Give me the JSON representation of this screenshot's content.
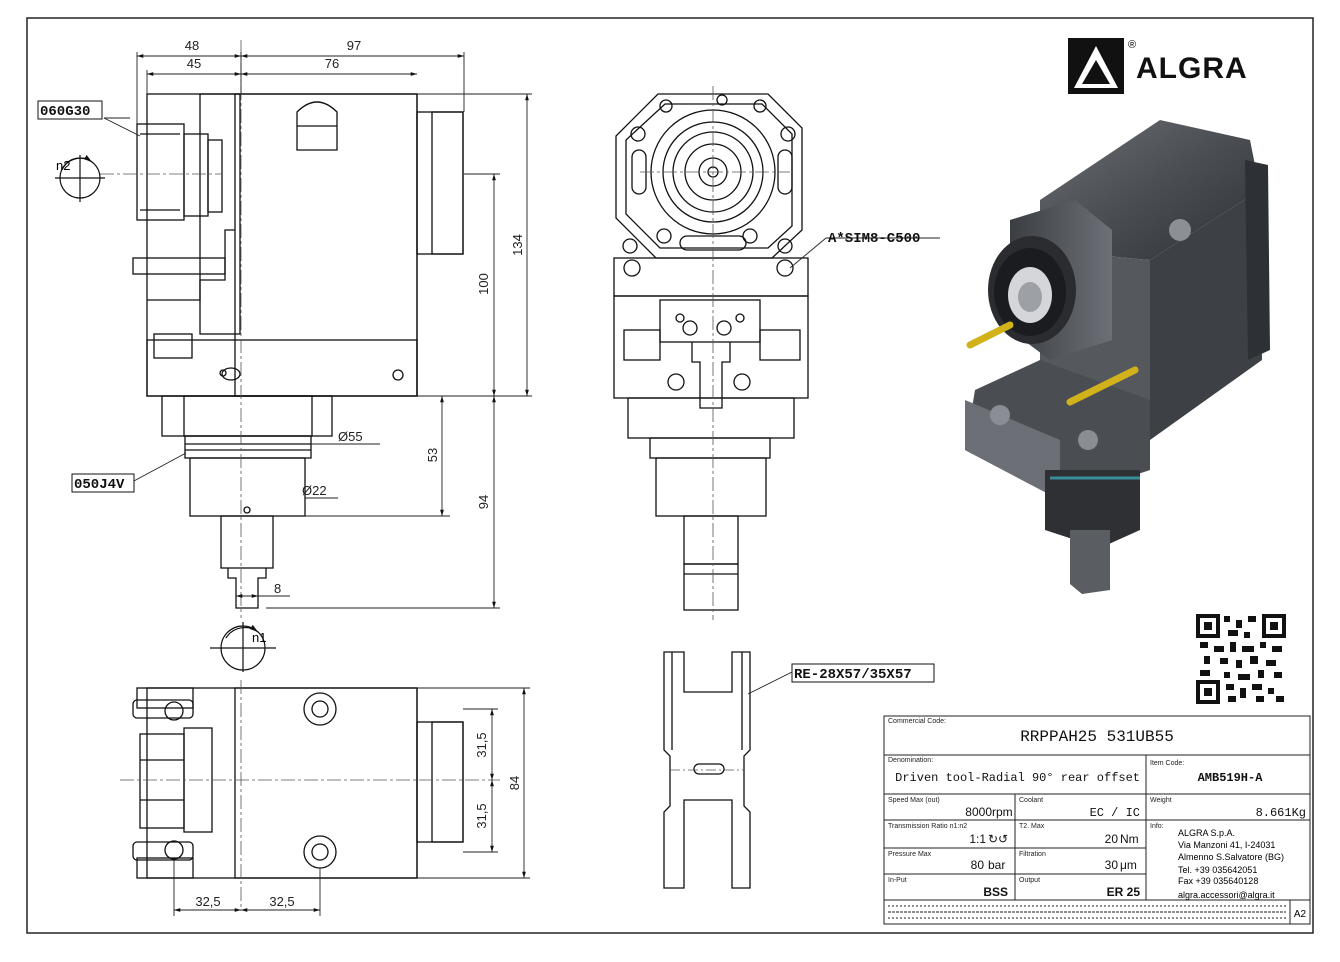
{
  "brand": {
    "name": "ALGRA",
    "registered": "®"
  },
  "dimensions": {
    "d48": "48",
    "d97": "97",
    "d45": "45",
    "d76": "76",
    "d134": "134",
    "d100": "100",
    "d53": "53",
    "d94": "94",
    "d55": "Ø55",
    "d22": "Ø22",
    "d8": "8",
    "d84": "84",
    "d31a": "31,5",
    "d31b": "31,5",
    "d32a": "32,5",
    "d32b": "32,5"
  },
  "callouts": {
    "c1": "060G30",
    "c2": "050J4V",
    "c3": "A*SIM8-C500",
    "c4": "RE-28X57/35X57",
    "n1": "n1",
    "n2": "n2"
  },
  "title_block": {
    "commercial_code_label": "Commercial Code:",
    "commercial_code": "RRPPAH25 531UB55",
    "denomination_label": "Denomination:",
    "denomination": "Driven tool-Radial 90° rear offset",
    "item_code_label": "Item Code:",
    "item_code": "AMB519H-A",
    "speed_label": "Speed Max (out)",
    "speed_value": "8000",
    "speed_unit": "rpm",
    "coolant_label": "Coolant",
    "coolant_value": "EC / IC",
    "weight_label": "Weight",
    "weight_value": "8.661Kg",
    "ratio_label": "Transmission Ratio n1:n2",
    "ratio_value": "1:1",
    "ratio_symbols": "↻↺",
    "torque_label": "T2. Max",
    "torque_value": "20",
    "torque_unit": "Nm",
    "info_label": "Info:",
    "info_lines": [
      "ALGRA S.p.A.",
      "Via Manzoni 41, I-24031",
      "Almenno S.Salvatore (BG)",
      "Tel. +39 035642051",
      "Fax +39 035640128",
      "algra.accessori@algra.it"
    ],
    "pressure_label": "Pressure Max",
    "pressure_value": "80",
    "pressure_unit": "bar",
    "filtration_label": "Filtration",
    "filtration_value": "30",
    "filtration_unit": "μm",
    "input_label": "In-Put",
    "input_value": "BSS",
    "output_label": "Output",
    "output_value": "ER 25",
    "sheet_size": "A2"
  }
}
